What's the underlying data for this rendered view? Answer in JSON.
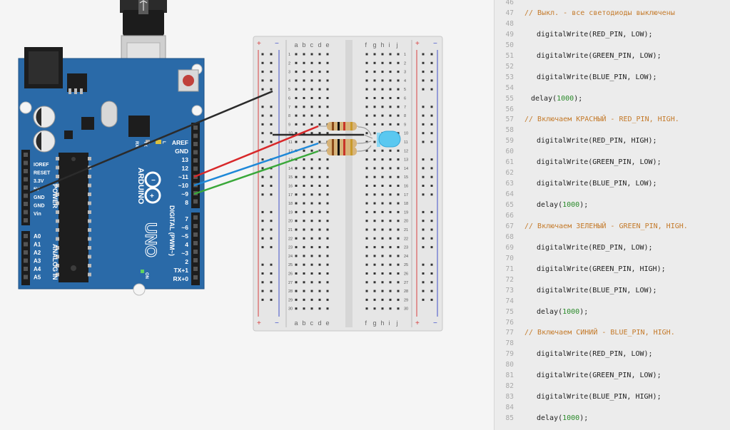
{
  "arduino": {
    "brand": "ARDUINO",
    "model": "UNO",
    "on_label": "ON",
    "power_pins": [
      "IOREF",
      "RESET",
      "3.3V",
      "5V",
      "GND",
      "GND",
      "Vin"
    ],
    "power_label": "POWER",
    "analog_pins": [
      "A0",
      "A1",
      "A2",
      "A3",
      "A4",
      "A5"
    ],
    "analog_label": "ANALOG IN",
    "digital_top": [
      "AREF",
      "GND",
      "13",
      "12",
      "~11",
      "~10",
      "~9",
      "8"
    ],
    "digital_bottom": [
      "7",
      "~6",
      "~5",
      "4",
      "~3",
      "2",
      "TX+1",
      "RX+0"
    ],
    "digital_label": "DIGITAL (PWM~)",
    "rx_label": "RX",
    "tx_label": "TX",
    "l_label": "L"
  },
  "breadboard": {
    "left_cols": [
      "a",
      "b",
      "c",
      "d",
      "e"
    ],
    "right_cols": [
      "f",
      "g",
      "h",
      "i",
      "j"
    ],
    "plus": "+",
    "minus": "−",
    "rows": 30
  },
  "wire_colors": {
    "red": "#d8282a",
    "green": "#3aa83a",
    "blue": "#1e88d8",
    "black": "#2b2b2b",
    "led": "#5bc8f0",
    "board": "#2a6aa8"
  },
  "code": {
    "lines": [
      {
        "n": "46",
        "t": "",
        "k": "plain"
      },
      {
        "n": "47",
        "t": "// Выкл. - все светодиоды выключены",
        "k": "comment"
      },
      {
        "n": "48",
        "t": "",
        "k": "plain"
      },
      {
        "n": "49",
        "t": "digitalWrite(RED_PIN, LOW);",
        "k": "indent"
      },
      {
        "n": "50",
        "t": "",
        "k": "plain"
      },
      {
        "n": "51",
        "t": "digitalWrite(GREEN_PIN, LOW);",
        "k": "indent"
      },
      {
        "n": "52",
        "t": "",
        "k": "plain"
      },
      {
        "n": "53",
        "t": "digitalWrite(BLUE_PIN, LOW);",
        "k": "indent"
      },
      {
        "n": "54",
        "t": "",
        "k": "plain"
      },
      {
        "n": "55",
        "t": "delay(1000);",
        "k": "delay-half"
      },
      {
        "n": "56",
        "t": "",
        "k": "plain"
      },
      {
        "n": "57",
        "t": "// Включаем КРАСНЫЙ - RED_PIN, HIGH.",
        "k": "comment"
      },
      {
        "n": "58",
        "t": "",
        "k": "plain"
      },
      {
        "n": "59",
        "t": "digitalWrite(RED_PIN, HIGH);",
        "k": "indent"
      },
      {
        "n": "60",
        "t": "",
        "k": "plain"
      },
      {
        "n": "61",
        "t": "digitalWrite(GREEN_PIN, LOW);",
        "k": "indent"
      },
      {
        "n": "62",
        "t": "",
        "k": "plain"
      },
      {
        "n": "63",
        "t": "digitalWrite(BLUE_PIN, LOW);",
        "k": "indent"
      },
      {
        "n": "64",
        "t": "",
        "k": "plain"
      },
      {
        "n": "65",
        "t": "delay(1000);",
        "k": "delay"
      },
      {
        "n": "66",
        "t": "",
        "k": "plain"
      },
      {
        "n": "67",
        "t": "// Включаем ЗЕЛЕНЫЙ - GREEN_PIN, HIGH.",
        "k": "comment"
      },
      {
        "n": "68",
        "t": "",
        "k": "plain"
      },
      {
        "n": "69",
        "t": "digitalWrite(RED_PIN, LOW);",
        "k": "indent"
      },
      {
        "n": "70",
        "t": "",
        "k": "plain"
      },
      {
        "n": "71",
        "t": "digitalWrite(GREEN_PIN, HIGH);",
        "k": "indent"
      },
      {
        "n": "72",
        "t": "",
        "k": "plain"
      },
      {
        "n": "73",
        "t": "digitalWrite(BLUE_PIN, LOW);",
        "k": "indent"
      },
      {
        "n": "74",
        "t": "",
        "k": "plain"
      },
      {
        "n": "75",
        "t": "delay(1000);",
        "k": "delay"
      },
      {
        "n": "76",
        "t": "",
        "k": "plain"
      },
      {
        "n": "77",
        "t": "// Включаем СИНИЙ - BLUE_PIN, HIGH.",
        "k": "comment"
      },
      {
        "n": "78",
        "t": "",
        "k": "plain"
      },
      {
        "n": "79",
        "t": "digitalWrite(RED_PIN, LOW);",
        "k": "indent"
      },
      {
        "n": "80",
        "t": "",
        "k": "plain"
      },
      {
        "n": "81",
        "t": "digitalWrite(GREEN_PIN, LOW);",
        "k": "indent"
      },
      {
        "n": "82",
        "t": "",
        "k": "plain"
      },
      {
        "n": "83",
        "t": "digitalWrite(BLUE_PIN, HIGH);",
        "k": "indent"
      },
      {
        "n": "84",
        "t": "",
        "k": "plain"
      },
      {
        "n": "85",
        "t": "delay(1000);",
        "k": "delay"
      }
    ]
  }
}
